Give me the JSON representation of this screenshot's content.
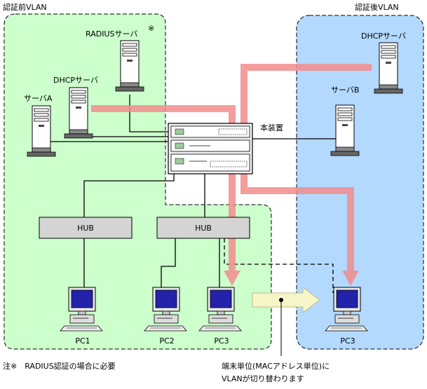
{
  "regions": {
    "pre_auth_vlan": "認証前VLAN",
    "post_auth_vlan": "認証後VLAN"
  },
  "devices": {
    "radius_server": "RADIUSサーバ",
    "radius_mark": "※",
    "dhcp_server_pre": "DHCPサーバ",
    "server_a": "サーバA",
    "dhcp_server_post": "DHCPサーバ",
    "server_b": "サーバB",
    "switch": "本装置",
    "hub_1": "HUB",
    "hub_2": "HUB",
    "pc1": "PC1",
    "pc2": "PC2",
    "pc3_pre": "PC3",
    "pc3_post": "PC3"
  },
  "notes": {
    "footnote": "注※　RADIUS認証の場合に必要",
    "switch_note_line1": "端末単位(MACアドレス単位)に",
    "switch_note_line2": "VLANが切り替わります"
  },
  "colors": {
    "pre_vlan_fill": "#ccffcc",
    "post_vlan_fill": "#b3d9ff",
    "path_arrow": "#f28c8c",
    "move_arrow": "#f5f5c8",
    "hub_fill": "#d4d4d4"
  }
}
